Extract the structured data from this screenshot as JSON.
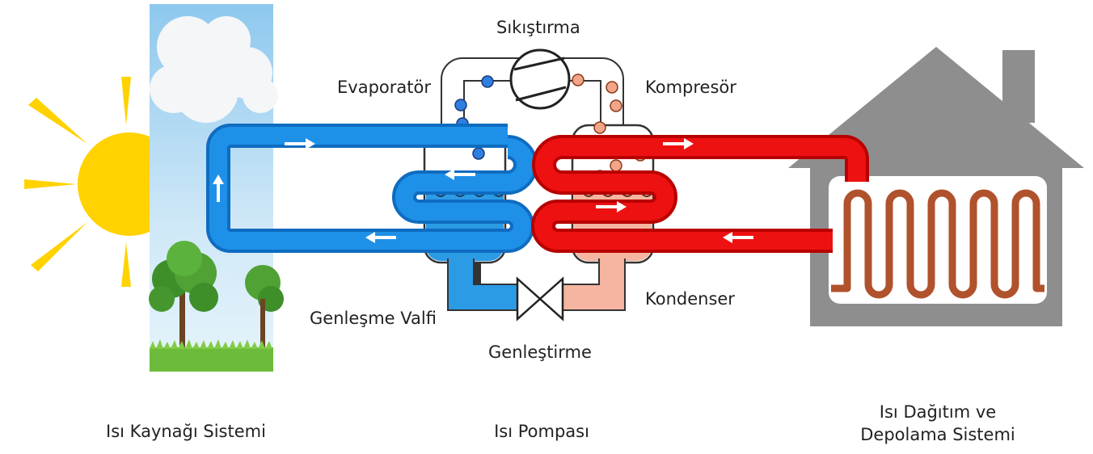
{
  "labels": {
    "compression": "Sıkıştırma",
    "evaporator": "Evaporatör",
    "compressor": "Kompresör",
    "condenser": "Kondenser",
    "expansion_valve": "Genleşme Valfi",
    "expansion": "Genleştirme"
  },
  "captions": {
    "heat_source": "Isı Kaynağı Sistemi",
    "heat_pump": "Isı Pompası",
    "distribution_line1": "Isı Dağıtım ve",
    "distribution_line2": "Depolama Sistemi"
  },
  "colors": {
    "sun": "#FFD200",
    "cold_pipe": "#1E90E8",
    "cold_pipe_dark": "#0F6CC0",
    "hot_pipe": "#EE1111",
    "hot_pipe_dark": "#B80000",
    "cold_liquid": "#2C9BE6",
    "hot_liquid": "#F5B5A0",
    "house": "#8E8E8E",
    "radiator": "#B0522C"
  }
}
